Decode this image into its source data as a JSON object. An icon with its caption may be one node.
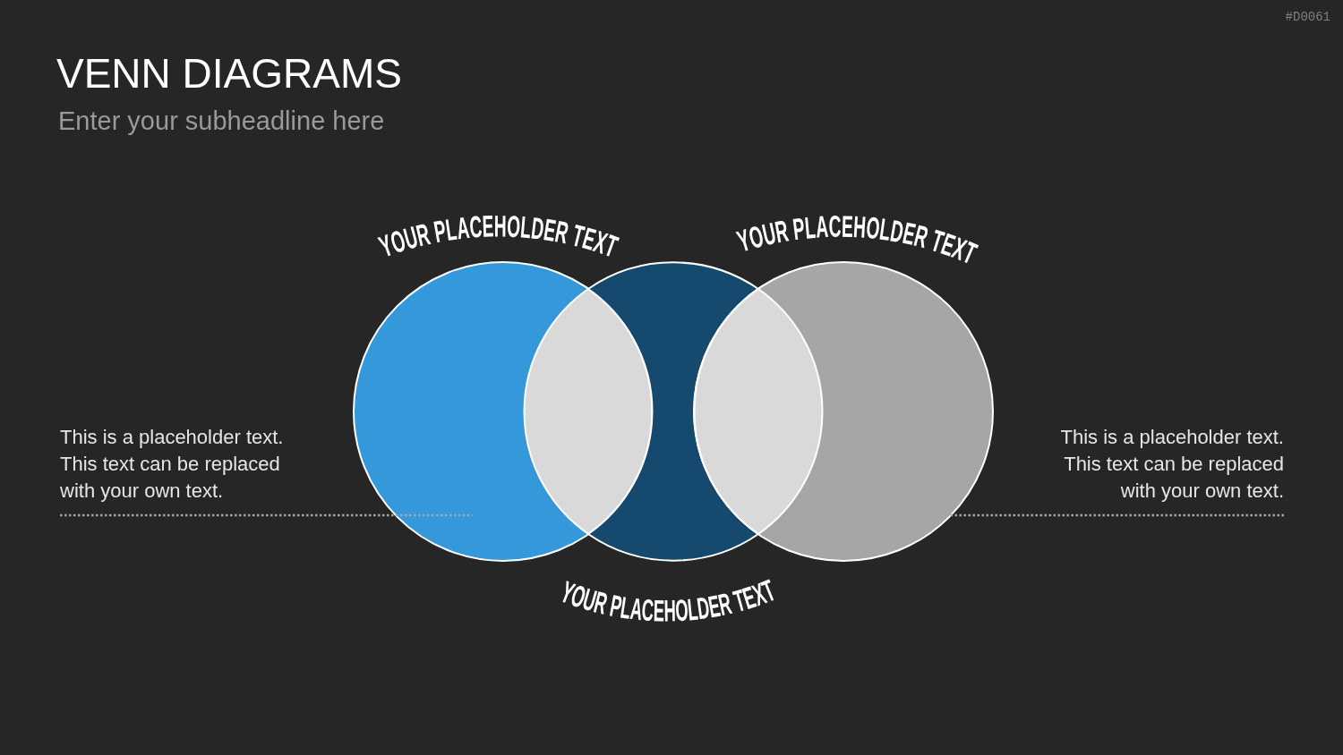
{
  "diagram": {
    "title": "VENN DIAGRAMS",
    "nodes": [
      {
        "text": [
          "YOUR PLACEHOLDER TEXT"
        ]
      },
      {
        "text": [
          "YOUR PLACEHOLDER TEXT"
        ]
      },
      {
        "text": [
          "YOUR PLACEHOLDER TEXT"
        ]
      },
      {
        "text": [
          "This is a placeholder text. This text can be replaced with your own text."
        ]
      },
      {
        "text": [
          "This is a placeholder text. This text can be replaced with your own text."
        ]
      }
    ],
    "edges": [
      {
        "from": 3,
        "to": 0,
        "arrow": "none",
        "style": "dashed"
      },
      {
        "from": 4,
        "to": 2,
        "arrow": "none",
        "style": "dashed"
      }
    ],
    "labels": [
      "#D0061",
      "Enter your subheadline here"
    ]
  }
}
